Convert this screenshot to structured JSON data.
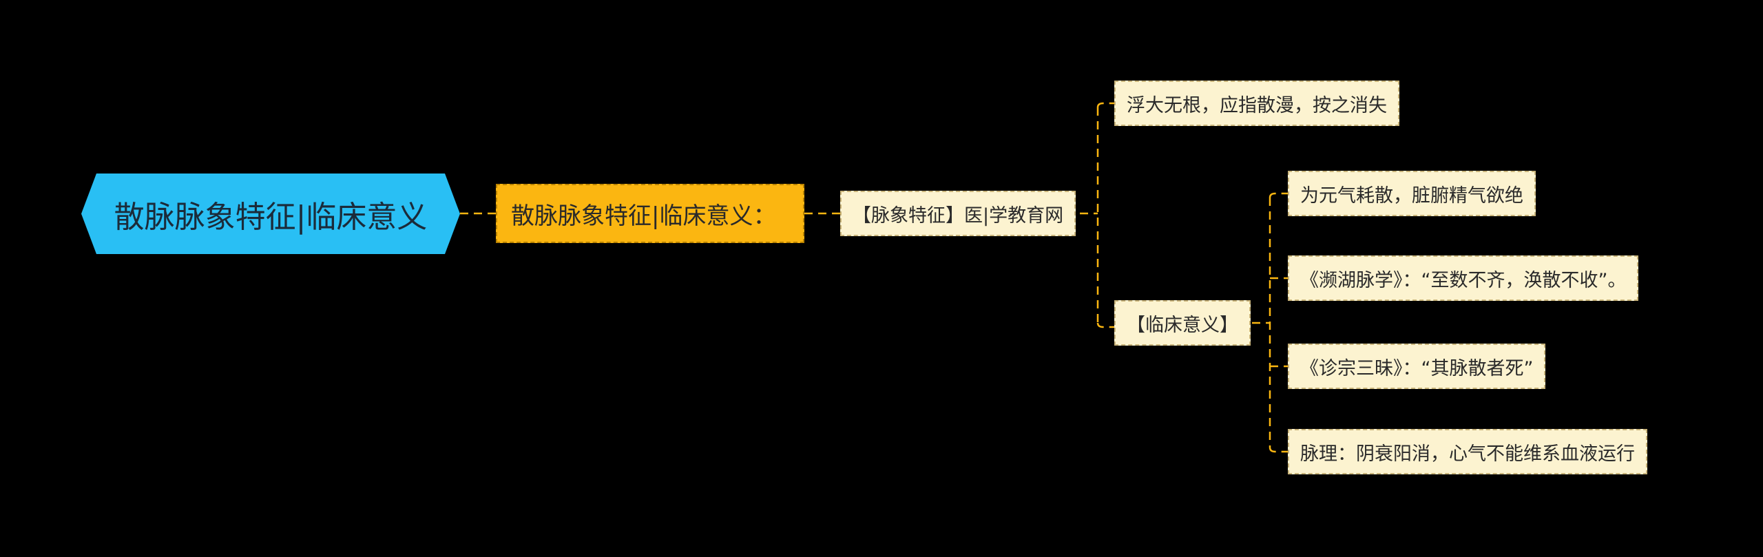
{
  "root": {
    "title": "散脉脉象特征|临床意义"
  },
  "main": {
    "label": "散脉脉象特征|临床意义："
  },
  "branch": {
    "label": "【脉象特征】医|学教育网"
  },
  "feature": {
    "text": "浮大无根，应指散漫，按之消失"
  },
  "clinical": {
    "label": "【临床意义】",
    "items": [
      "为元气耗散，脏腑精气欲绝",
      "《濒湖脉学》：“至数不齐，涣散不收”。",
      "《诊宗三昧》：“其脉散者死”",
      "脉理：阴衰阳消，心气不能维系血液运行"
    ]
  },
  "colors": {
    "background": "#000000",
    "root": "#29bff4",
    "main": "#fbb611",
    "leaf": "#fcf3d0",
    "connector": "#fbb611"
  }
}
